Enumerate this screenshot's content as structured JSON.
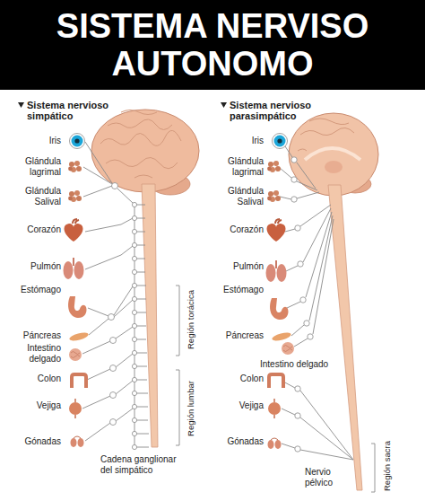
{
  "diagram": {
    "title": "SISTEMA NERVISO AUTONOMO",
    "labels": [
      "Sistema nervioso simpático",
      "Iris",
      "Glándula lagrimal",
      "Glándula Salival",
      "Corazón",
      "Pulmón",
      "Estómago",
      "Páncreas",
      "Intestino delgado",
      "Colon",
      "Vejiga",
      "Gónadas",
      "Región torácica",
      "Región lumbar",
      "Cadena ganglionar del simpático",
      "Sistema nervioso parasimpático",
      "Iris",
      "Glándula lagrimal",
      "Glándula Salival",
      "Corazón",
      "Pulmón",
      "Estómago",
      "Páncreas",
      "Intestino delgado",
      "Colon",
      "Vejiga",
      "Gónadas",
      "Nervio pélvico",
      "Región sacra"
    ]
  }
}
